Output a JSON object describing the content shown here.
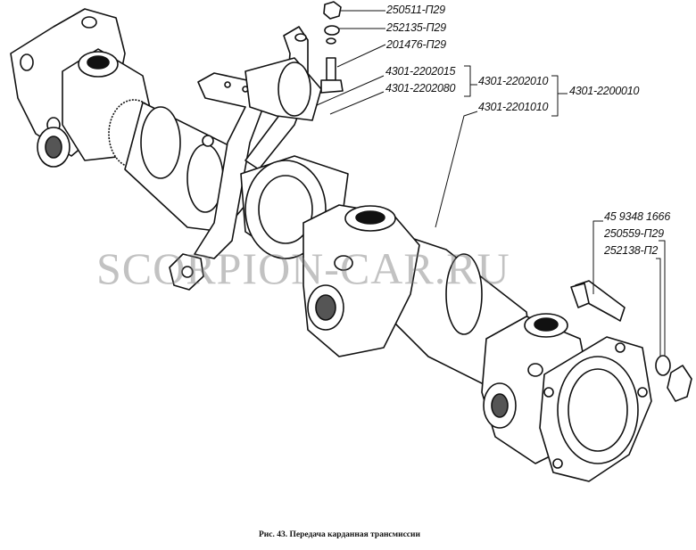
{
  "labels": {
    "nut_top": "250511-П29",
    "washer_top": "252135-П29",
    "bolt_top": "201476-П29",
    "part_2202015": "4301-2202015",
    "part_2202080": "4301-2202080",
    "assembly_2202010": "4301-2202010",
    "assembly_2200010": "4301-2200010",
    "assembly_2201010": "4301-2201010",
    "bolt_flange": "45 9348 1666",
    "nut_flange": "250559-П29",
    "washer_flange": "252138-П2"
  },
  "watermark": "SCORPION-CAR.RU",
  "caption": "Рис. 43.  Передача карданная трансмиссии"
}
